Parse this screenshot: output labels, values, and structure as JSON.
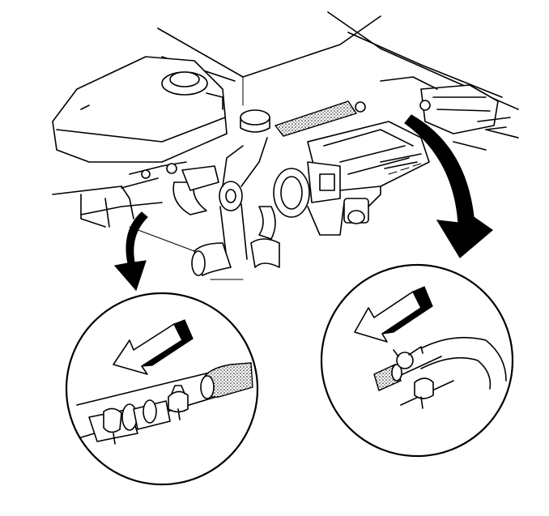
{
  "figure": {
    "background_color": "#ffffff",
    "line_color": "#000000",
    "views": [
      {
        "name": "engine-compartment-overview"
      },
      {
        "name": "detail-view-left-hose-clamp"
      },
      {
        "name": "detail-view-right-hose-clamp"
      }
    ],
    "arrows": [
      {
        "name": "callout-arrow-left",
        "icon": "curved-arrow-down-icon"
      },
      {
        "name": "callout-arrow-right",
        "icon": "curved-arrow-down-icon"
      },
      {
        "name": "direction-arrow-left-detail",
        "icon": "block-arrow-left-icon"
      },
      {
        "name": "direction-arrow-right-detail",
        "icon": "block-arrow-left-icon"
      }
    ]
  }
}
